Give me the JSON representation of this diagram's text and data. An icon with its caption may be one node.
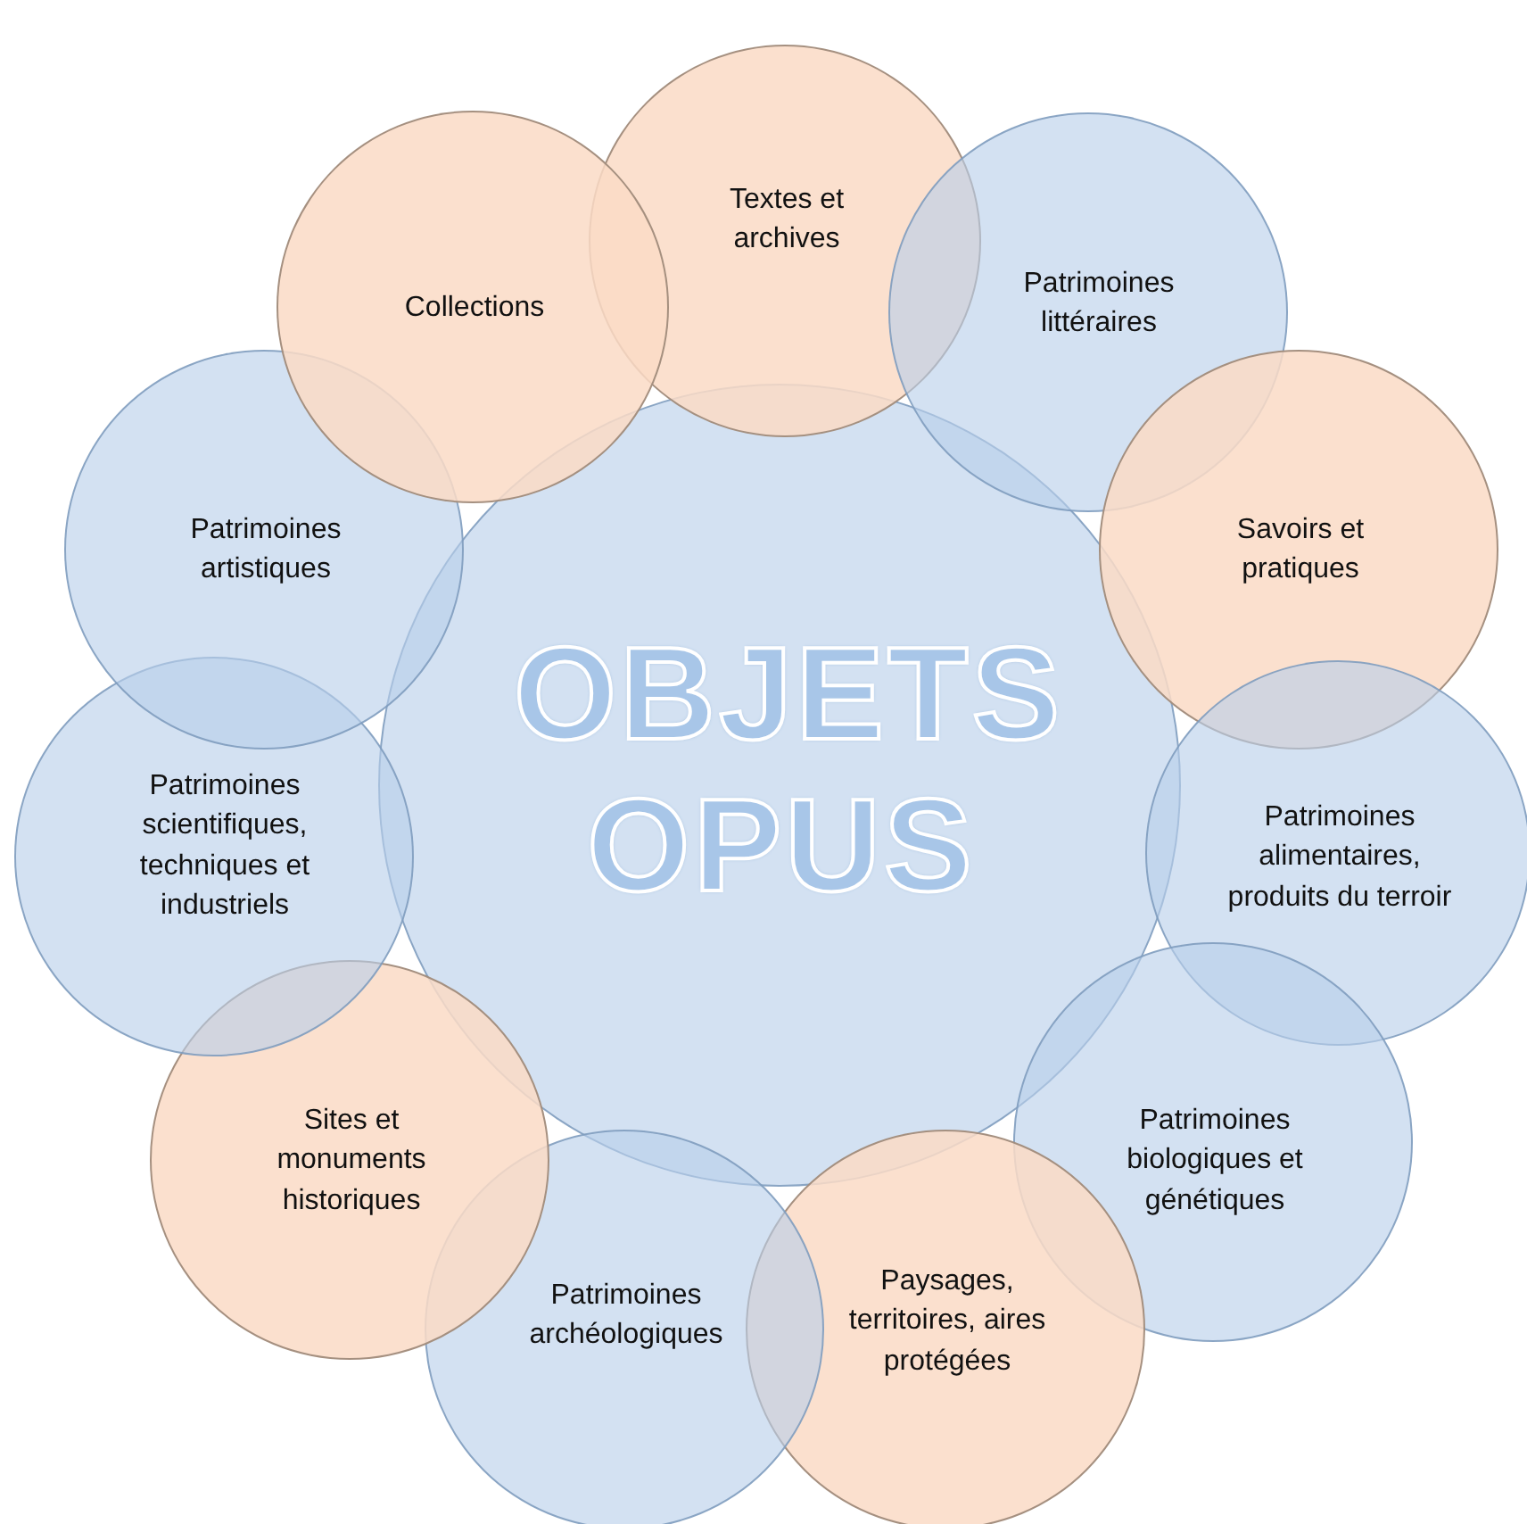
{
  "diagram": {
    "nodes": [
      {
        "text": [
          "OBJETS OPUS"
        ]
      },
      {
        "text": [
          "Textes et archives"
        ]
      },
      {
        "text": [
          "Patrimoines littéraires"
        ]
      },
      {
        "text": [
          "Savoirs et pratiques"
        ]
      },
      {
        "text": [
          "Patrimoines alimentaires, produits du terroir"
        ]
      },
      {
        "text": [
          "Patrimoines biologiques et génétiques"
        ]
      },
      {
        "text": [
          "Paysages, territoires, aires protégées"
        ]
      },
      {
        "text": [
          "Patrimoines archéologiques"
        ]
      },
      {
        "text": [
          "Sites et monuments historiques"
        ]
      },
      {
        "text": [
          "Patrimoines scientifiques, techniques et industriels"
        ]
      },
      {
        "text": [
          "Patrimoines artistiques"
        ]
      },
      {
        "text": [
          "Collections"
        ]
      }
    ]
  }
}
